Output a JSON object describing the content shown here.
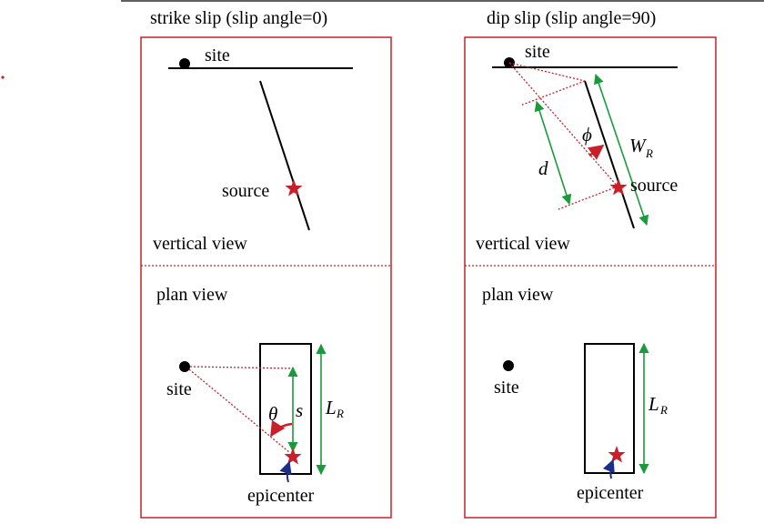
{
  "titles": {
    "strike": "strike slip (slip angle=0)",
    "dip": "dip slip (slip angle=90)"
  },
  "labels": {
    "site": "site",
    "source": "source",
    "vertical_view": "vertical view",
    "plan_view": "plan view",
    "epicenter": "epicenter"
  },
  "symbols": {
    "theta": "θ",
    "s": "s",
    "L": "L",
    "L_sub": "R",
    "W": "W",
    "W_sub": "R",
    "phi": "ϕ",
    "d": "d"
  },
  "colors": {
    "frame": "#c8202a",
    "dotted": "#c8202a",
    "arrow_green": "#1a9a3a",
    "arrow_blue": "#1a2f8a",
    "star": "#c8202a",
    "line": "#000000"
  }
}
